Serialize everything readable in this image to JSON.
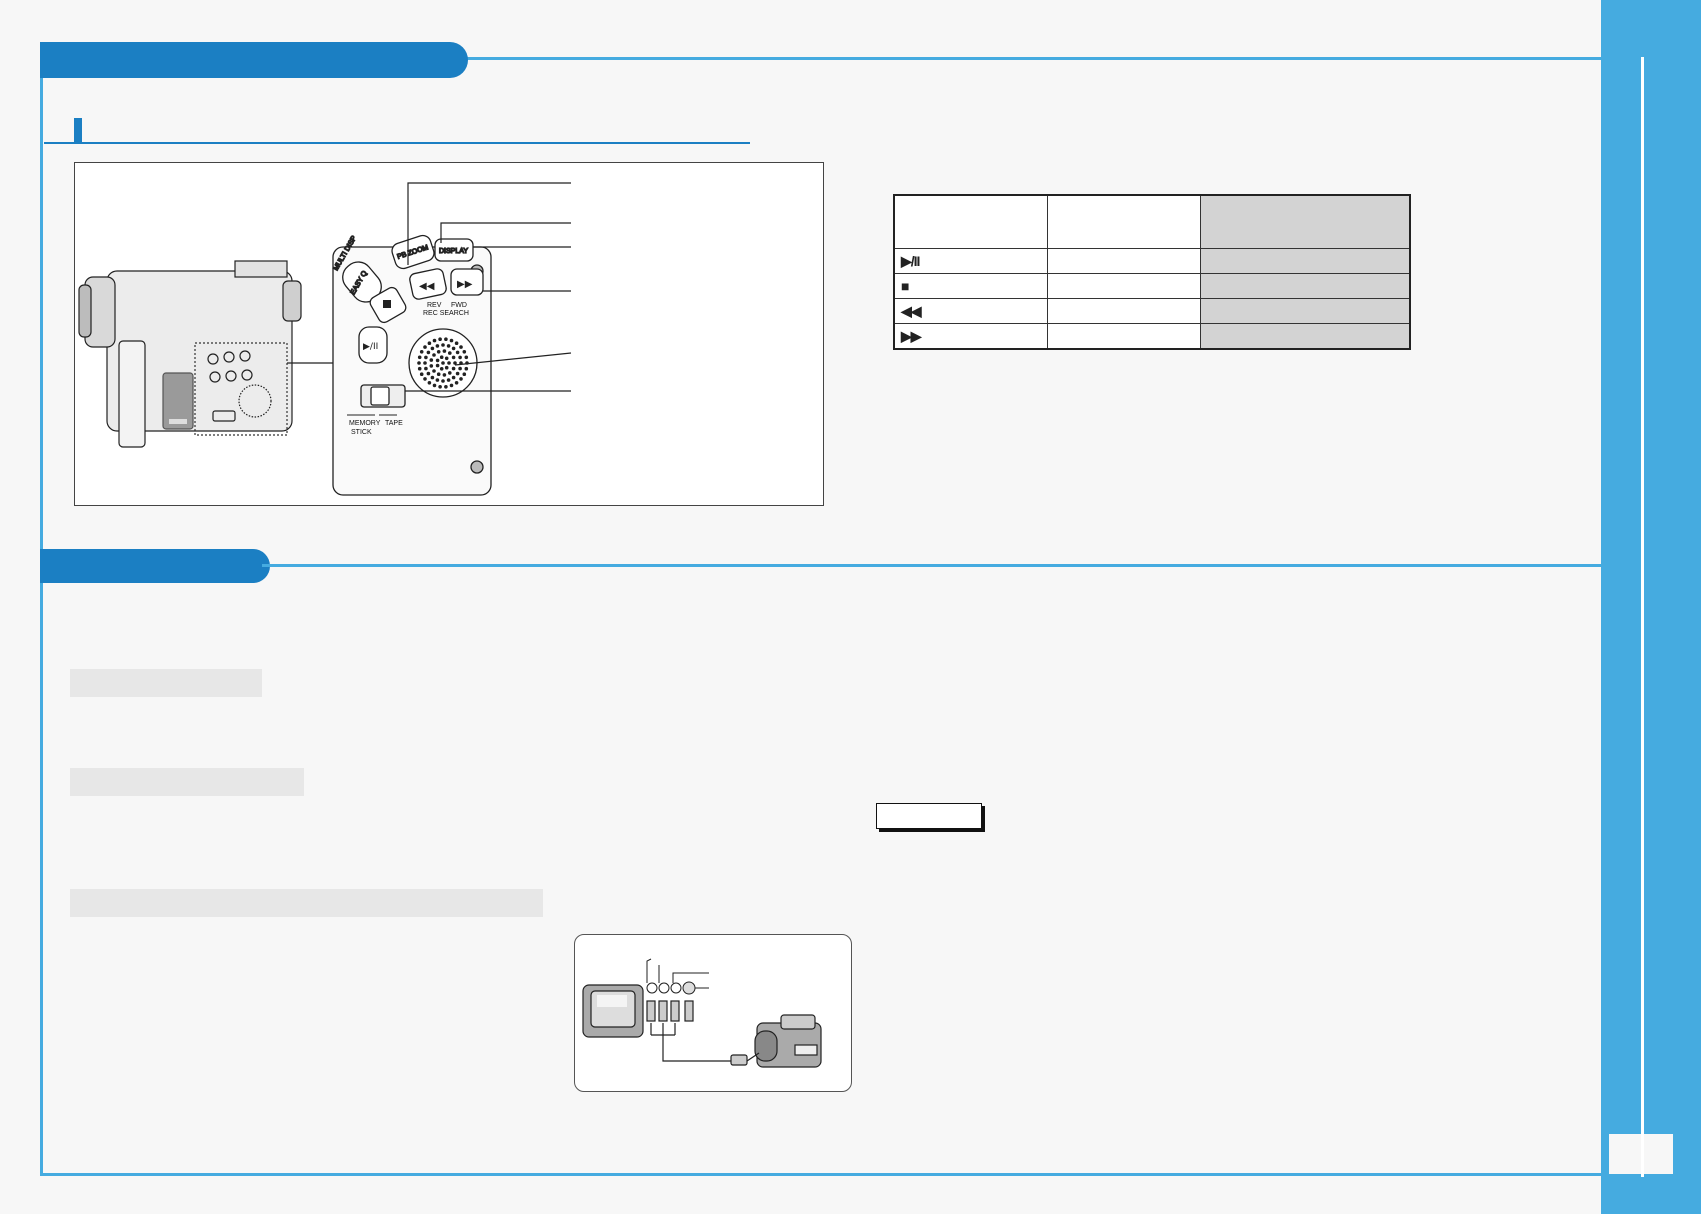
{
  "control_table": {
    "symbols": [
      "▶/II",
      "■",
      "◀◀",
      "▶▶"
    ]
  },
  "diagram": {
    "buttons": {
      "multi_disp": "MULTI DISP",
      "easy_q": "EASY Q",
      "pb_zoom": "PB ZOOM",
      "display": "DISPLAY",
      "rev": "REV",
      "fwd": "FWD",
      "rec_search": "REC SEARCH",
      "memory": "MEMORY",
      "stick": "STICK",
      "tape": "TAPE"
    }
  },
  "colors": {
    "accent": "#1b7fc3",
    "band": "#45abe0",
    "background": "#f7f7f7"
  }
}
